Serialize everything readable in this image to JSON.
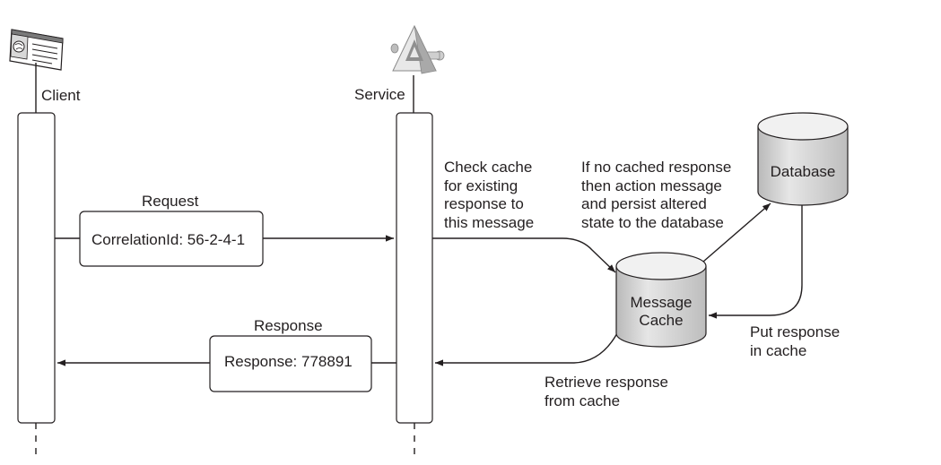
{
  "lifelines": {
    "client": {
      "label": "Client",
      "icon": "client-computer-icon"
    },
    "service": {
      "label": "Service",
      "icon": "service-pyramid-icon"
    }
  },
  "request": {
    "label": "Request",
    "box_text": "CorrelationId: 56-2-4-1"
  },
  "response": {
    "label": "Response",
    "box_text": "Response: 778891"
  },
  "stores": {
    "database": "Database",
    "message_cache": [
      "Message",
      "Cache"
    ]
  },
  "annotations": {
    "check_cache": [
      "Check cache",
      "for existing",
      "response to",
      "this message"
    ],
    "if_no_cached": [
      "If no cached response",
      "then action message",
      "and persist altered",
      "state to the database"
    ],
    "put_response": [
      "Put response",
      "in cache"
    ],
    "retrieve_response": [
      "Retrieve response",
      "from cache"
    ]
  },
  "colors": {
    "line": "#231f20",
    "cylinder_top": "#f1f1f1",
    "cylinder_body": "#cfcfcf"
  }
}
